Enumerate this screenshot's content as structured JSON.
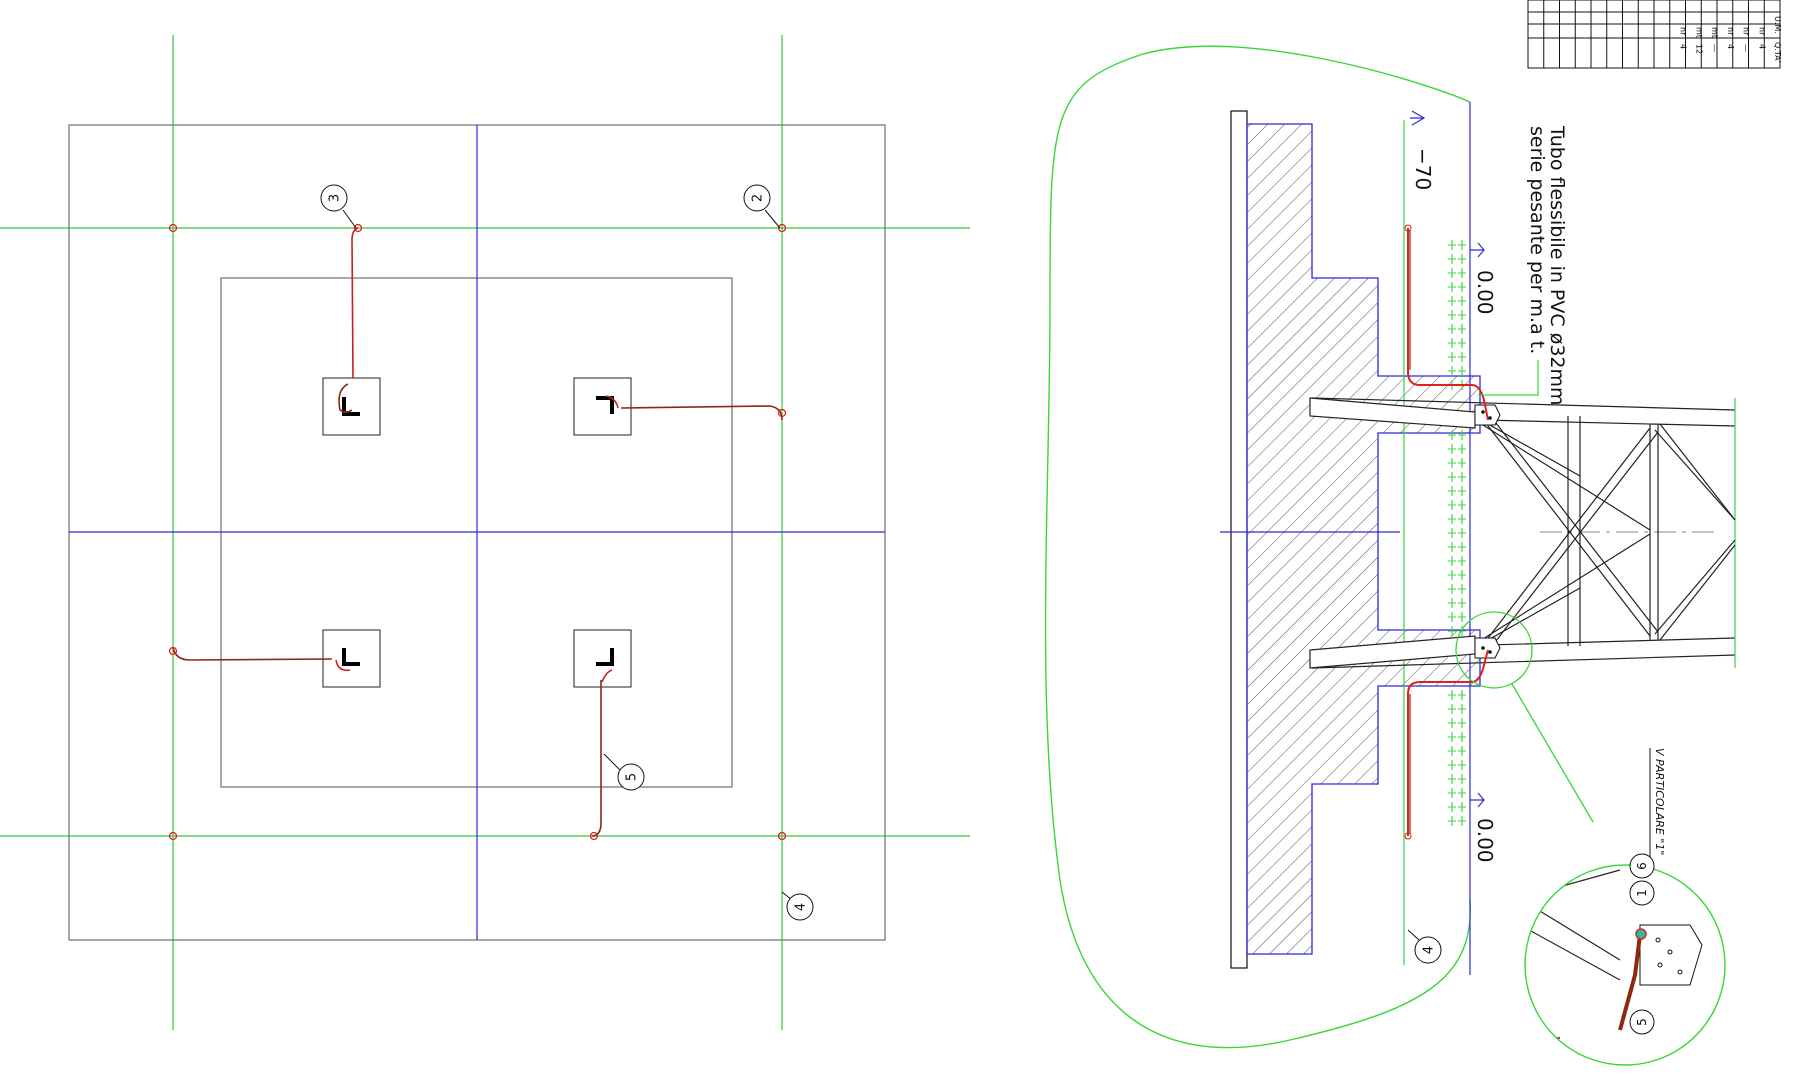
{
  "colors": {
    "grid_green": "#37c837",
    "axis_blue": "#2b2bd6",
    "outline_gray": "#7a7a7a",
    "cable_red": "#e02020",
    "cable_brown": "#8b2a10",
    "hatch": "#444444",
    "earth_green": "#38d638",
    "ink": "#111111"
  },
  "plan": {
    "markers": {
      "m3": "3",
      "m2": "2",
      "m5": "5",
      "m4": "4"
    }
  },
  "section": {
    "note_line1": "Tubo flessibile in PVC ø32mm",
    "note_line2": "serie pesante per m.a t.",
    "level_top": "−70",
    "level_mid": "0.00",
    "level_low": "0.00",
    "marker_4": "4"
  },
  "detail": {
    "title": "V PARTICOLARE \"1\"",
    "marker_6": "6",
    "marker_1": "1",
    "marker_5": "5"
  },
  "table": {
    "header_um": "U.M.",
    "header_qta": "Q.TA'",
    "rows": [
      {
        "um": "nr",
        "qta": "4"
      },
      {
        "um": "nr",
        "qta": "—"
      },
      {
        "um": "nr",
        "qta": "4"
      },
      {
        "um": "mt",
        "qta": "—"
      },
      {
        "um": "mt",
        "qta": "12"
      },
      {
        "um": "nr",
        "qta": "4"
      }
    ]
  }
}
